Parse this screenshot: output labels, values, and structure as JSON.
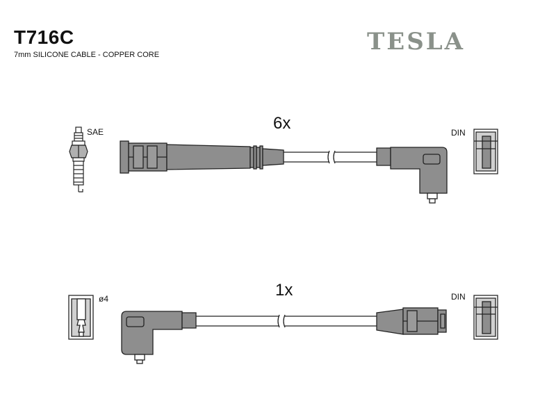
{
  "header": {
    "part_number": "T716C",
    "description": "7mm SILICONE CABLE - COPPER CORE",
    "brand": "TESLA"
  },
  "cables": [
    {
      "quantity": "6x",
      "left_end_label": "SAE",
      "right_end_label": "DIN"
    },
    {
      "quantity": "1x",
      "left_end_label": "ø4",
      "right_end_label": "DIN"
    }
  ],
  "colors": {
    "boot_fill": "#8e8e8e",
    "outline": "#222222",
    "brand": "#8a918a"
  }
}
